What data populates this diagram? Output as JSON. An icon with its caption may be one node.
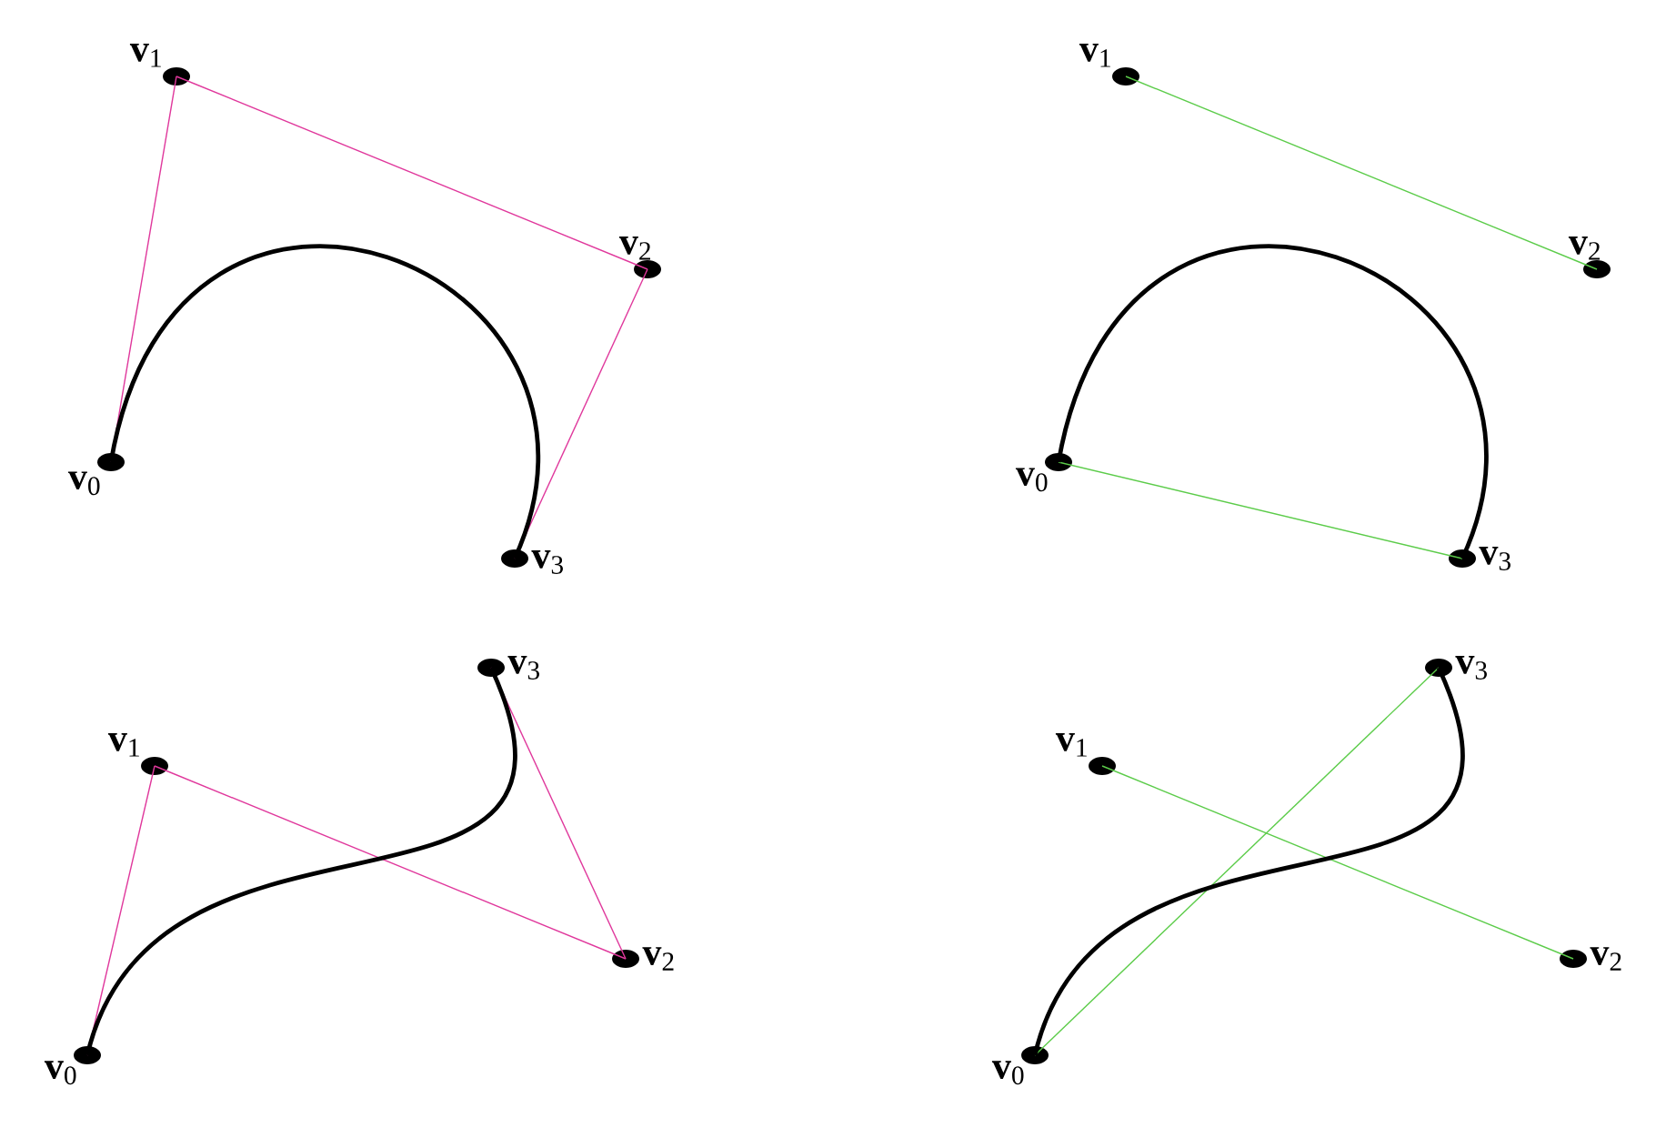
{
  "diagram": {
    "nodes": [
      {
        "text": [],
        "shape": "circle",
        "beside": [
          "**v**$_{0}$"
        ]
      },
      {
        "text": [],
        "shape": "circle",
        "beside": [
          "**v**$_{1}$"
        ]
      },
      {
        "text": [],
        "shape": "circle",
        "beside": [
          "**v**$_{2}$"
        ]
      },
      {
        "text": [],
        "shape": "circle",
        "beside": [
          "**v**$_{3}$"
        ]
      },
      {
        "text": [],
        "shape": "circle",
        "beside": [
          "**v**$_{0}$"
        ]
      },
      {
        "text": [],
        "shape": "circle",
        "beside": [
          "**v**$_{1}$"
        ]
      },
      {
        "text": [],
        "shape": "circle",
        "beside": [
          "**v**$_{2}$"
        ]
      },
      {
        "text": [],
        "shape": "circle",
        "beside": [
          "**v**$_{3}$"
        ]
      },
      {
        "text": [],
        "shape": "circle",
        "beside": [
          "**v**$_{0}$"
        ]
      },
      {
        "text": [],
        "shape": "circle",
        "beside": [
          "**v**$_{1}$"
        ]
      },
      {
        "text": [],
        "shape": "circle",
        "beside": [
          "**v**$_{2}$"
        ]
      },
      {
        "text": [],
        "shape": "circle",
        "beside": [
          "**v**$_{3}$"
        ]
      },
      {
        "text": [],
        "shape": "circle",
        "beside": [
          "**v**$_{0}$"
        ]
      },
      {
        "text": [],
        "shape": "circle",
        "beside": [
          "**v**$_{1}$"
        ]
      },
      {
        "text": [],
        "shape": "circle",
        "beside": [
          "**v**$_{2}$"
        ]
      },
      {
        "text": [],
        "shape": "circle",
        "beside": [
          "**v**$_{3}$"
        ]
      }
    ],
    "edges": [
      {
        "from": 0,
        "to": 1,
        "arrow": "none",
        "color": "#e0389c"
      },
      {
        "from": 1,
        "to": 2,
        "arrow": "none",
        "color": "#e0389c"
      },
      {
        "from": 2,
        "to": 3,
        "arrow": "none",
        "color": "#e0389c"
      },
      {
        "from": 0,
        "to": 3,
        "arrow": "none",
        "style": "thick",
        "color": "#000000"
      },
      {
        "from": 5,
        "to": 6,
        "arrow": "none",
        "color": "#5ccc4a"
      },
      {
        "from": 4,
        "to": 7,
        "arrow": "none",
        "color": "#5ccc4a"
      },
      {
        "from": 4,
        "to": 7,
        "arrow": "none",
        "style": "thick",
        "color": "#000000"
      },
      {
        "from": 8,
        "to": 9,
        "arrow": "none",
        "color": "#e0389c"
      },
      {
        "from": 9,
        "to": 10,
        "arrow": "none",
        "color": "#e0389c"
      },
      {
        "from": 10,
        "to": 11,
        "arrow": "none",
        "color": "#e0389c"
      },
      {
        "from": 8,
        "to": 11,
        "arrow": "none",
        "style": "thick",
        "color": "#000000"
      },
      {
        "from": 13,
        "to": 14,
        "arrow": "none",
        "color": "#5ccc4a"
      },
      {
        "from": 12,
        "to": 15,
        "arrow": "none",
        "color": "#5ccc4a"
      },
      {
        "from": 12,
        "to": 15,
        "arrow": "none",
        "style": "thick",
        "color": "#000000"
      }
    ]
  }
}
